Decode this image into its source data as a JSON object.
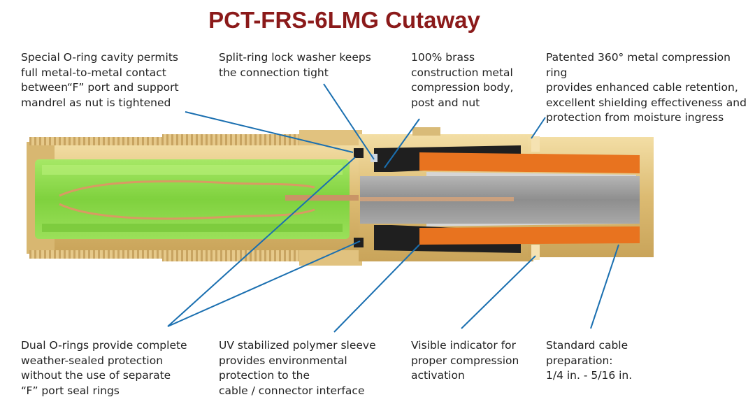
{
  "title": "PCT-FRS-6LMG Cutaway",
  "callouts": {
    "oring_cavity": "Special O-ring cavity permits\nfull metal-to-metal contact\nbetween“F” port and support\nmandrel as nut is tightened",
    "lock_washer": "Split-ring lock washer keeps\nthe connection tight",
    "brass": "100% brass\nconstruction metal\ncompression body,\npost and nut",
    "compression_ring": "Patented 360° metal compression ring\nprovides enhanced cable retention,\nexcellent shielding effectiveness and\nprotection from moisture ingress",
    "dual_orings": "Dual O-rings provide complete\nweather-sealed protection\nwithout the use of separate\n“F” port seal rings",
    "uv_sleeve": "UV stabilized polymer sleeve\nprovides environmental\nprotection to the\ncable / connector interface",
    "indicator": "Visible indicator for\nproper compression\nactivation",
    "cable_prep": "Standard cable\npreparation:\n1/4 in. - 5/16 in."
  },
  "colors": {
    "title": "#8b1a1a",
    "leader": "#1a6fb0",
    "brass": "#e2c47e",
    "green_insulator": "#8fdc4a",
    "orange_jacket": "#e8731f",
    "cable_core": "#9a9a9a"
  }
}
